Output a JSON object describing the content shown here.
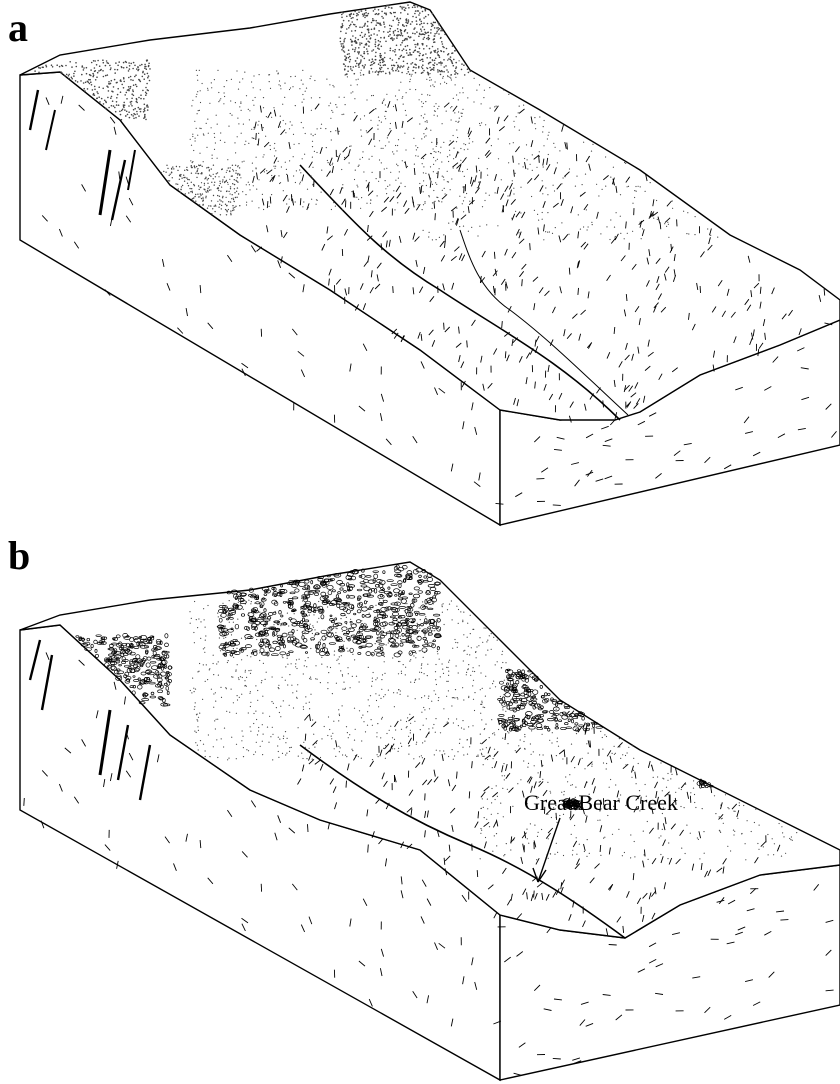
{
  "panels": {
    "a": {
      "label": "a"
    },
    "b": {
      "label": "b",
      "annotation": "Great Bear Creek"
    }
  },
  "colors": {
    "ink": "#000000",
    "paper": "#ffffff",
    "stipple": "#444444"
  }
}
